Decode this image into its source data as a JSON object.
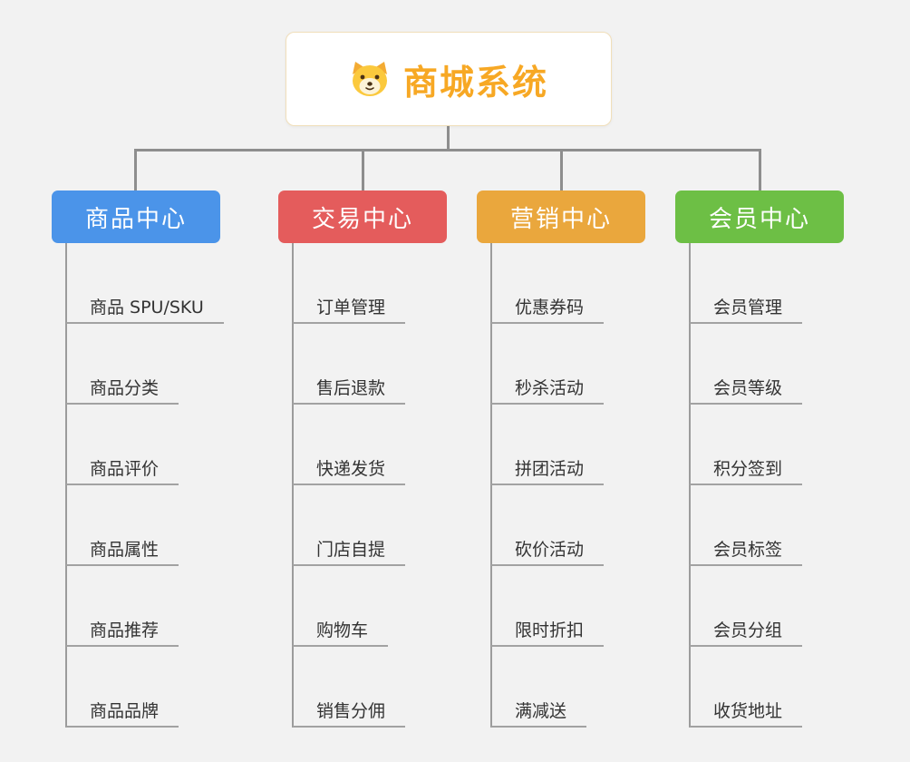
{
  "root": {
    "title": "商城系统",
    "accent_color": "#f7a824",
    "icon": "dog-icon"
  },
  "branches": [
    {
      "label": "商品中心",
      "color": "#4b94e9",
      "items": [
        "商品 SPU/SKU",
        "商品分类",
        "商品评价",
        "商品属性",
        "商品推荐",
        "商品品牌"
      ]
    },
    {
      "label": "交易中心",
      "color": "#e45c5c",
      "items": [
        "订单管理",
        "售后退款",
        "快递发货",
        "门店自提",
        "购物车",
        "销售分佣"
      ]
    },
    {
      "label": "营销中心",
      "color": "#eaa73d",
      "items": [
        "优惠券码",
        "秒杀活动",
        "拼团活动",
        "砍价活动",
        "限时折扣",
        "满减送"
      ]
    },
    {
      "label": "会员中心",
      "color": "#6dbf45",
      "items": [
        "会员管理",
        "会员等级",
        "积分签到",
        "会员标签",
        "会员分组",
        "收货地址"
      ]
    }
  ]
}
